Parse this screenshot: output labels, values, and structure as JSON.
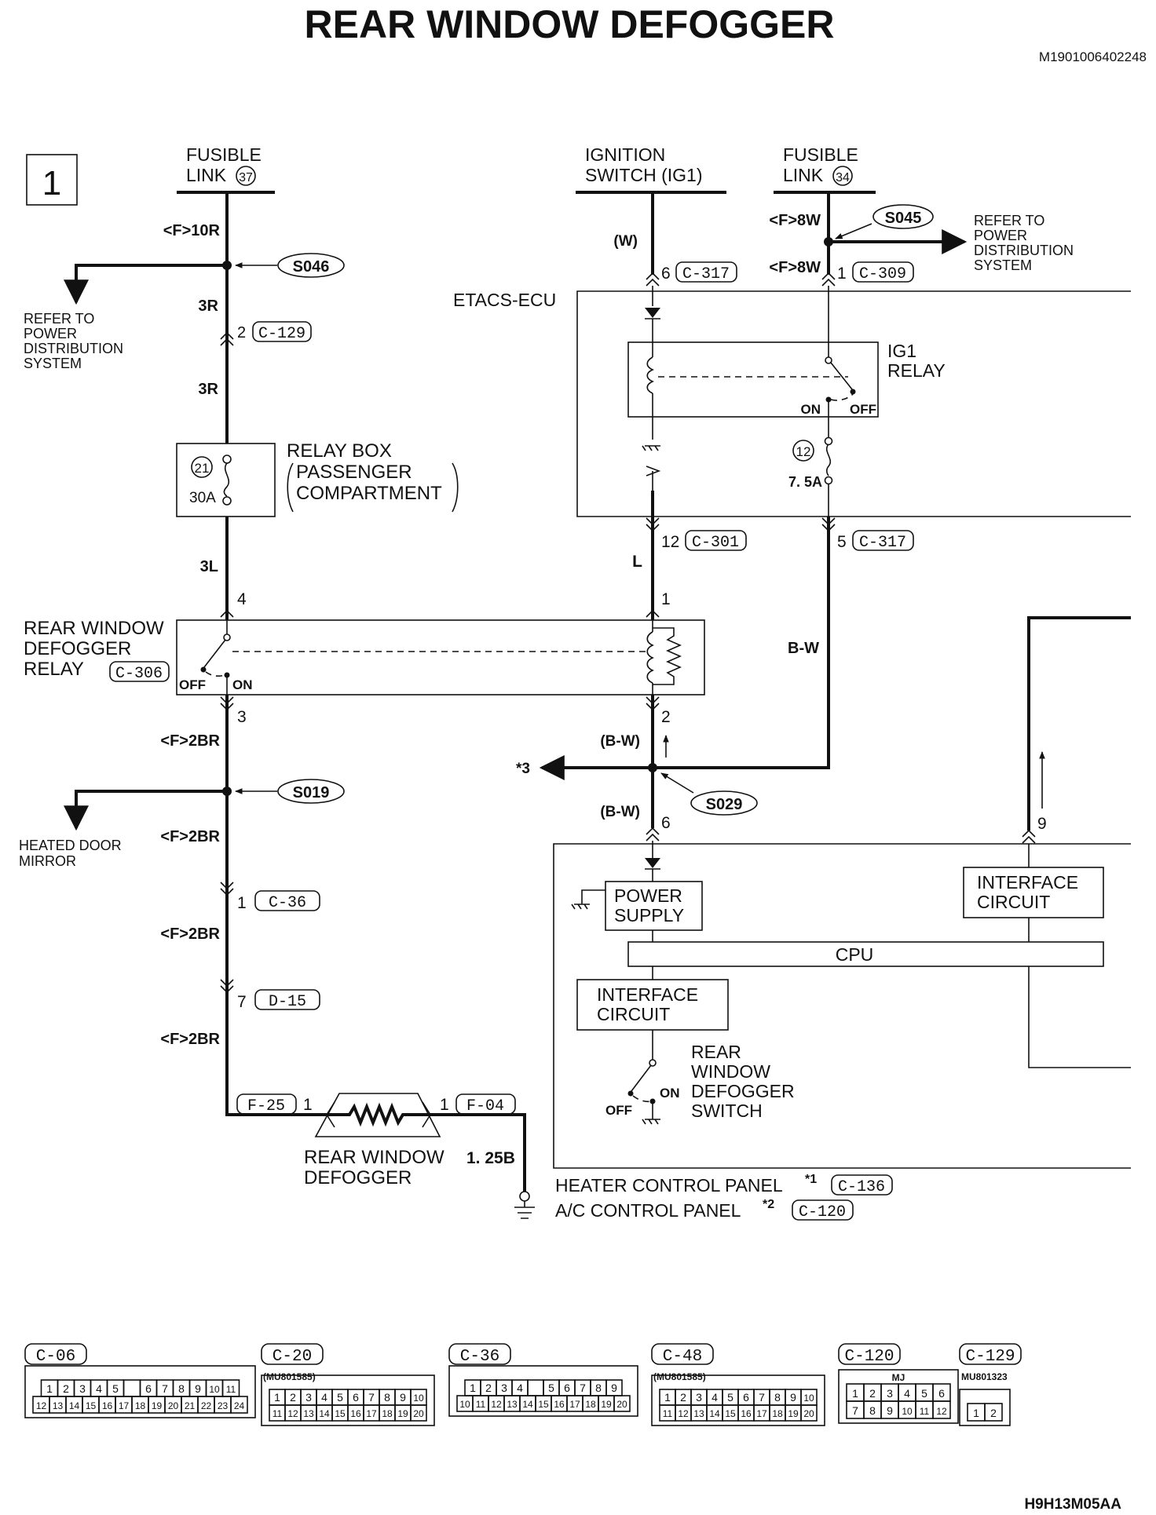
{
  "title": "REAR WINDOW DEFOGGER",
  "doc_id": "M1901006402248",
  "footer_id": "H9H13M05AA",
  "page_number": "1",
  "sources": {
    "fusible_link_37": [
      "FUSIBLE",
      "LINK",
      "37"
    ],
    "ignition_switch": [
      "IGNITION",
      "SWITCH (IG1)"
    ],
    "fusible_link_34": [
      "FUSIBLE",
      "LINK",
      "34"
    ]
  },
  "splices": {
    "s046": "S046",
    "s045": "S045",
    "s019": "S019",
    "s029": "S029"
  },
  "refer_left": [
    "REFER TO",
    "POWER",
    "DISTRIBUTION",
    "SYSTEM"
  ],
  "refer_right": [
    "REFER TO",
    "POWER",
    "DISTRIBUTION",
    "SYSTEM"
  ],
  "heated_mirror": [
    "HEATED DOOR",
    "MIRROR"
  ],
  "etacs_label": "ETACS-ECU",
  "ig1_relay": [
    "IG1",
    "RELAY"
  ],
  "relay_box": [
    "RELAY BOX",
    "PASSENGER",
    "COMPARTMENT"
  ],
  "fuse_21": {
    "num": "21",
    "rating": "30A"
  },
  "fuse_12": {
    "num": "12",
    "rating": "7. 5A"
  },
  "defogger_relay": [
    "REAR WINDOW",
    "DEFOGGER",
    "RELAY"
  ],
  "defogger": [
    "REAR WINDOW",
    "DEFOGGER"
  ],
  "defogger_switch": [
    "REAR",
    "WINDOW",
    "DEFOGGER",
    "SWITCH"
  ],
  "power_supply": [
    "POWER",
    "SUPPLY"
  ],
  "interface_circuit_1": [
    "INTERFACE",
    "CIRCUIT"
  ],
  "interface_circuit_2": [
    "INTERFACE",
    "CIRCUIT"
  ],
  "cpu": "CPU",
  "on": "ON",
  "off": "OFF",
  "star3": "*3",
  "heater_panel": {
    "label": "HEATER CONTROL PANEL",
    "note": "*1",
    "conn": "C-136"
  },
  "ac_panel": {
    "label": "A/C CONTROL PANEL",
    "note": "*2",
    "conn": "C-120"
  },
  "wires": {
    "f10r": "<F>10R",
    "r3a": "3R",
    "r3b": "3R",
    "l3": "3L",
    "f2br_a": "<F>2BR",
    "f2br_b": "<F>2BR",
    "f2br_c": "<F>2BR",
    "f2br_d": "<F>2BR",
    "w": "(W)",
    "f8w_a": "<F>8W",
    "f8w_b": "<F>8W",
    "l": "L",
    "bw_a": "(B-W)",
    "bw_b": "(B-W)",
    "bw": "B-W",
    "b125": "1. 25B"
  },
  "pins": {
    "p2": "2",
    "p6": "6",
    "p1": "1",
    "p12": "12",
    "p5": "5",
    "p4": "4",
    "p1b": "1",
    "p3": "3",
    "p2b": "2",
    "p6b": "6",
    "p9": "9",
    "p1c": "1",
    "p7": "7",
    "p1d": "1",
    "p1e": "1"
  },
  "connectors_in_diagram": {
    "c129": "C-129",
    "c317a": "C-317",
    "c309": "C-309",
    "c301": "C-301",
    "c317b": "C-317",
    "c306": "C-306",
    "c36": "C-36",
    "d15": "D-15",
    "f25": "F-25",
    "f04": "F-04"
  },
  "connector_views": [
    {
      "id": "C-06",
      "part": "",
      "rows": [
        [
          "1",
          "2",
          "3",
          "4",
          "5",
          "",
          "6",
          "7",
          "8",
          "9",
          "10",
          "11"
        ],
        [
          "12",
          "13",
          "14",
          "15",
          "16",
          "17",
          "18",
          "19",
          "20",
          "21",
          "22",
          "23",
          "24"
        ]
      ]
    },
    {
      "id": "C-20",
      "part": "(MU801585)",
      "rows": [
        [
          "1",
          "2",
          "3",
          "4",
          "5",
          "6",
          "7",
          "8",
          "9",
          "10"
        ],
        [
          "11",
          "12",
          "13",
          "14",
          "15",
          "16",
          "17",
          "18",
          "19",
          "20"
        ]
      ]
    },
    {
      "id": "C-36",
      "part": "",
      "rows": [
        [
          "1",
          "2",
          "3",
          "4",
          "",
          "5",
          "6",
          "7",
          "8",
          "9"
        ],
        [
          "10",
          "11",
          "12",
          "13",
          "14",
          "15",
          "16",
          "17",
          "18",
          "19",
          "20"
        ]
      ]
    },
    {
      "id": "C-48",
      "part": "(MU801585)",
      "rows": [
        [
          "1",
          "2",
          "3",
          "4",
          "5",
          "6",
          "7",
          "8",
          "9",
          "10"
        ],
        [
          "11",
          "12",
          "13",
          "14",
          "15",
          "16",
          "17",
          "18",
          "19",
          "20"
        ]
      ]
    },
    {
      "id": "C-120",
      "part": "MJ",
      "rows": [
        [
          "1",
          "2",
          "3",
          "4",
          "5",
          "6"
        ],
        [
          "7",
          "8",
          "9",
          "10",
          "11",
          "12"
        ]
      ]
    },
    {
      "id": "C-129",
      "part": "MU801323",
      "rows": [
        [
          "1",
          "2"
        ]
      ]
    }
  ]
}
